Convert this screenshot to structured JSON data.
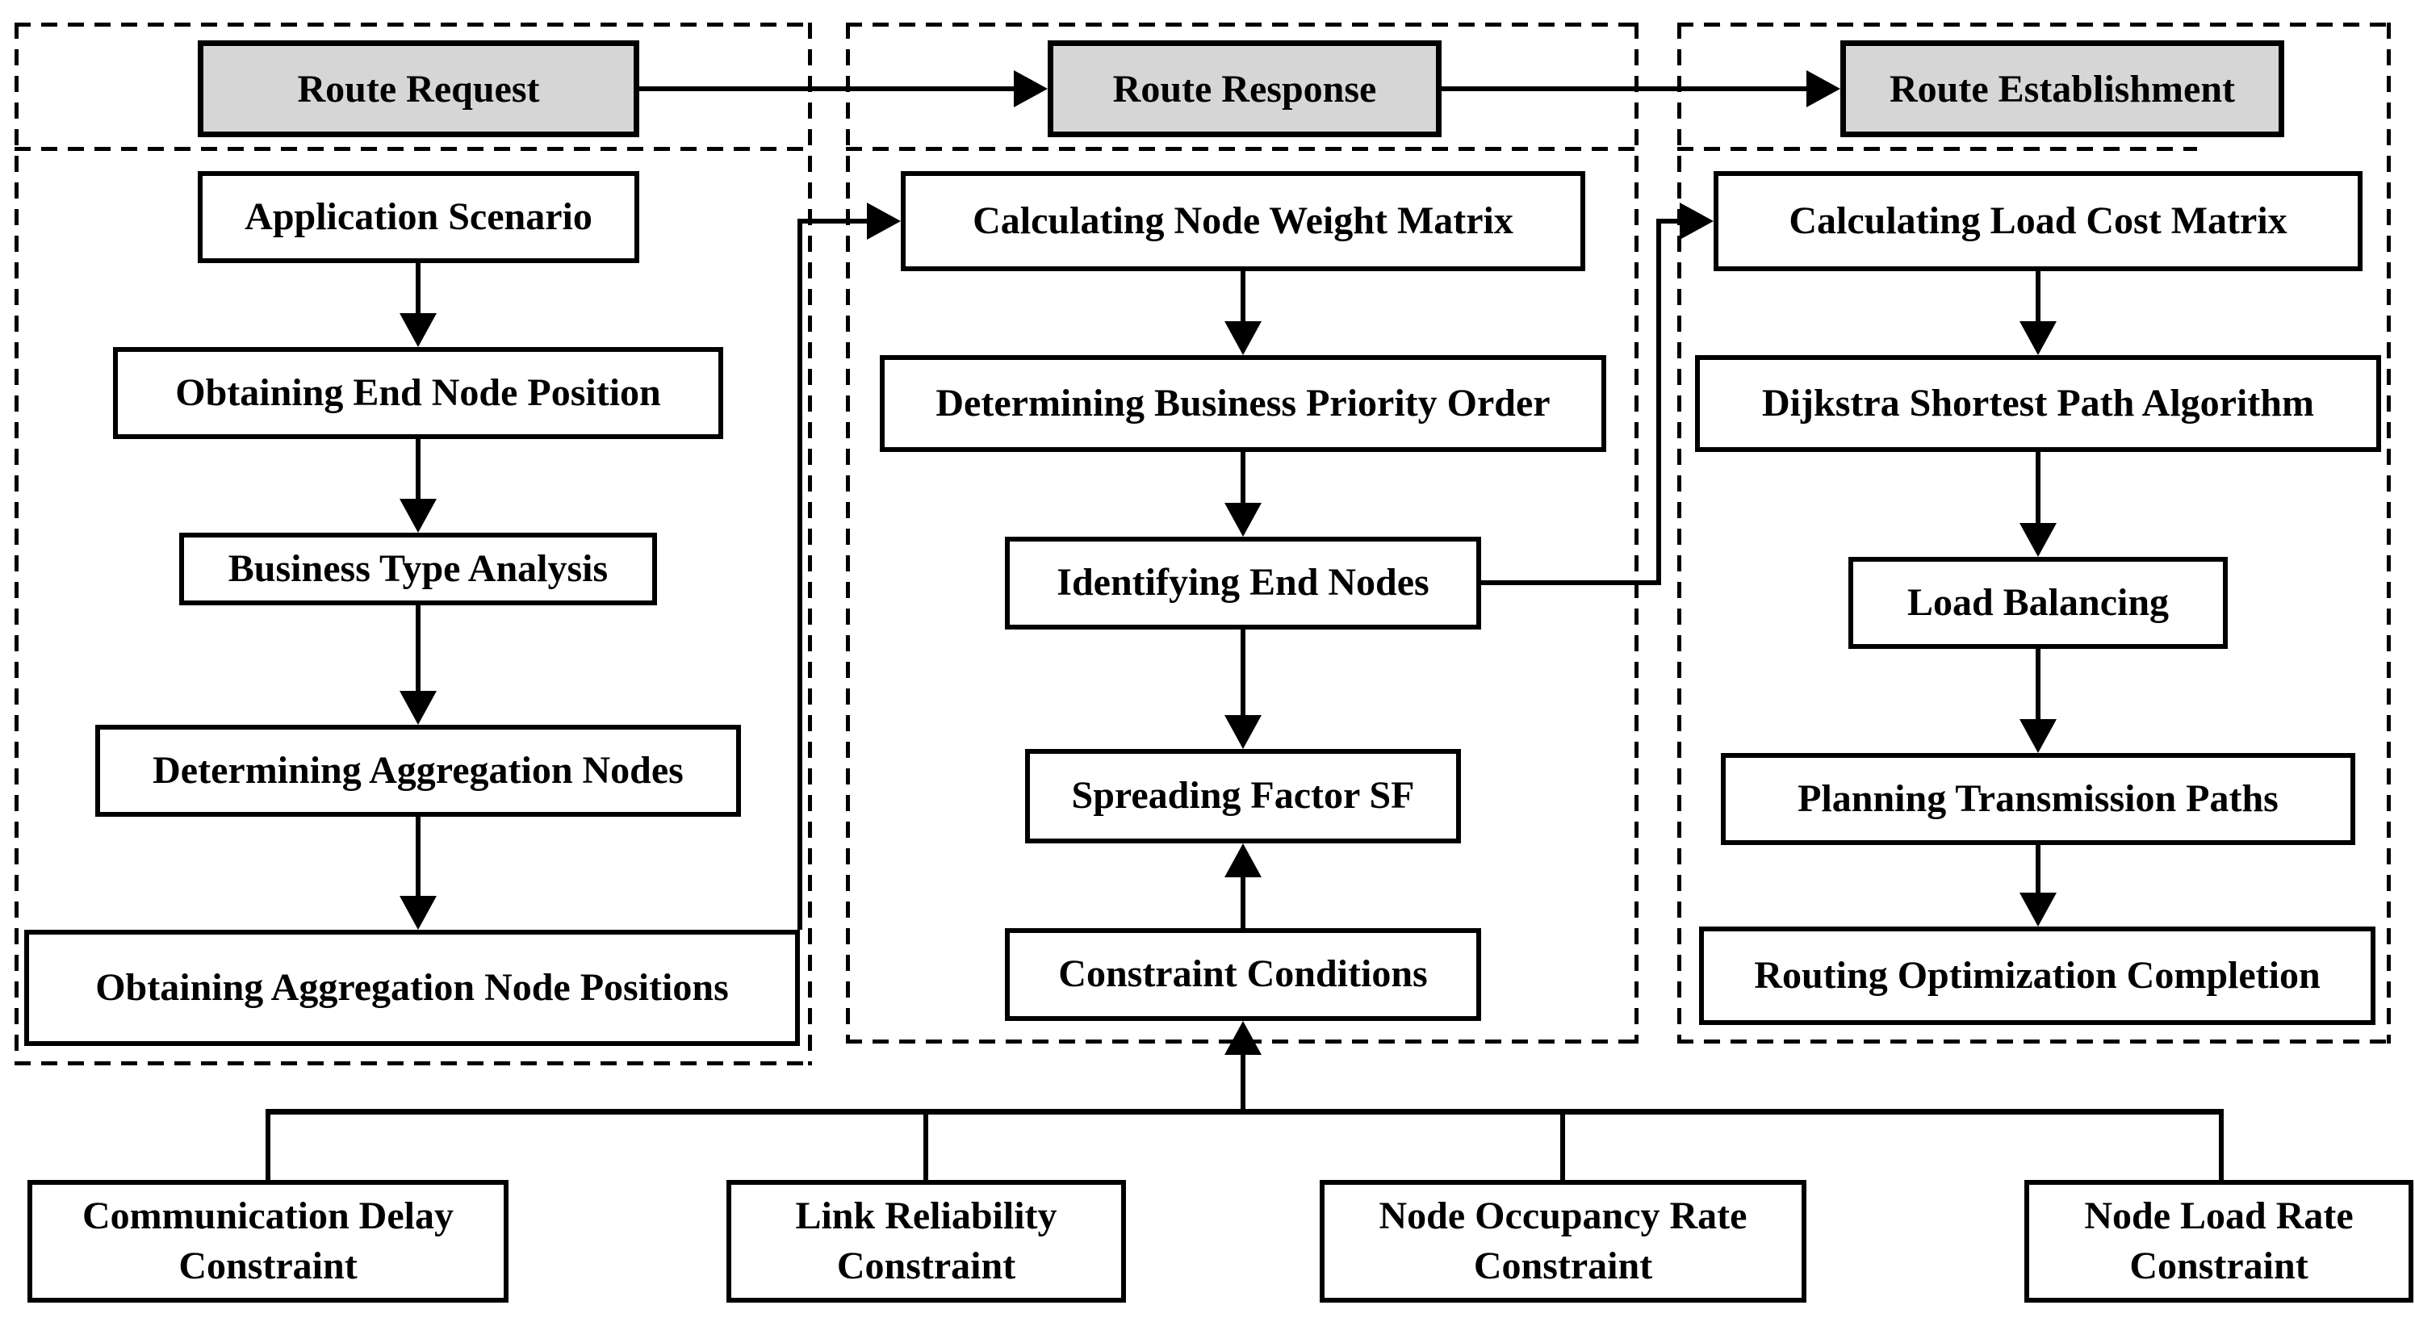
{
  "diagram": {
    "colors": {
      "background": "#ffffff",
      "header_fill": "#d6d6d6",
      "box_fill": "#ffffff",
      "line": "#000000"
    },
    "stages": [
      {
        "label": "Route Request"
      },
      {
        "label": "Route Response"
      },
      {
        "label": "Route Establishment"
      }
    ],
    "route_request_steps": [
      "Application Scenario",
      "Obtaining End Node Position",
      "Business Type Analysis",
      "Determining Aggregation Nodes",
      "Obtaining Aggregation Node Positions"
    ],
    "route_response_steps": [
      "Calculating Node Weight Matrix",
      "Determining Business Priority Order",
      "Identifying End Nodes",
      "Spreading Factor SF",
      "Constraint Conditions"
    ],
    "route_establishment_steps": [
      "Calculating Load Cost Matrix",
      "Dijkstra Shortest Path Algorithm",
      "Load Balancing",
      "Planning Transmission Paths",
      "Routing Optimization Completion"
    ],
    "constraints": [
      "Communication Delay Constraint",
      "Link Reliability Constraint",
      "Node Occupancy Rate Constraint",
      "Node Load Rate Constraint"
    ]
  }
}
